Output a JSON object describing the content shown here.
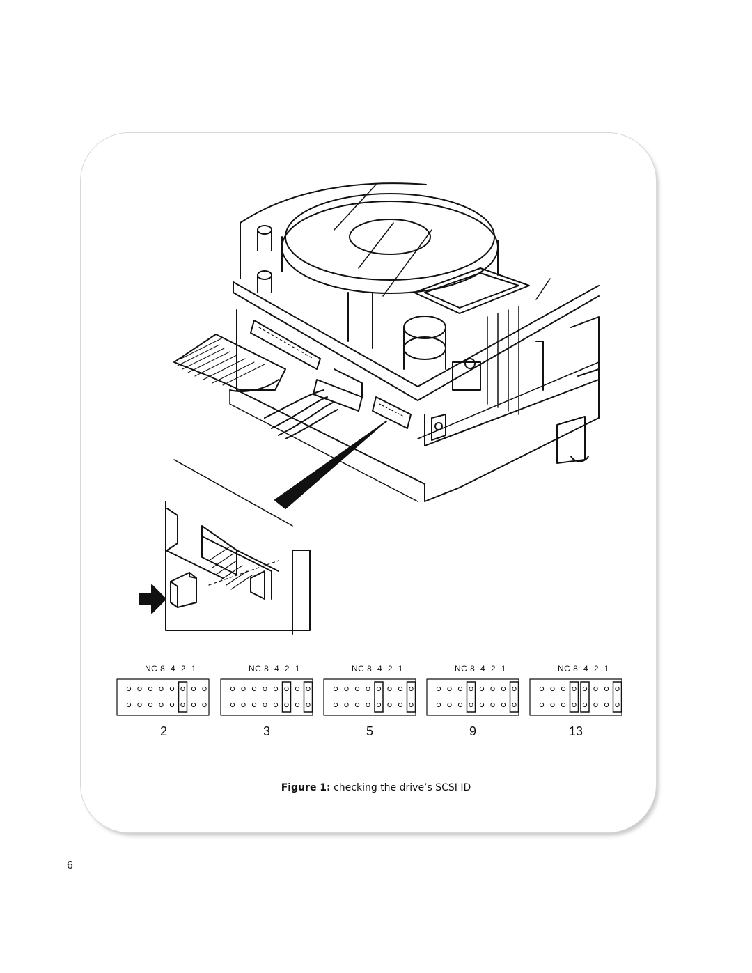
{
  "figure": {
    "jumper_header_label": "NC 8  4  2  1",
    "jumper_examples": [
      {
        "id": "2"
      },
      {
        "id": "3"
      },
      {
        "id": "5"
      },
      {
        "id": "9"
      },
      {
        "id": "13"
      }
    ],
    "caption_prefix": "Figure 1:",
    "caption_text": " checking the drive’s SCSI ID"
  },
  "page": {
    "number": "6"
  }
}
